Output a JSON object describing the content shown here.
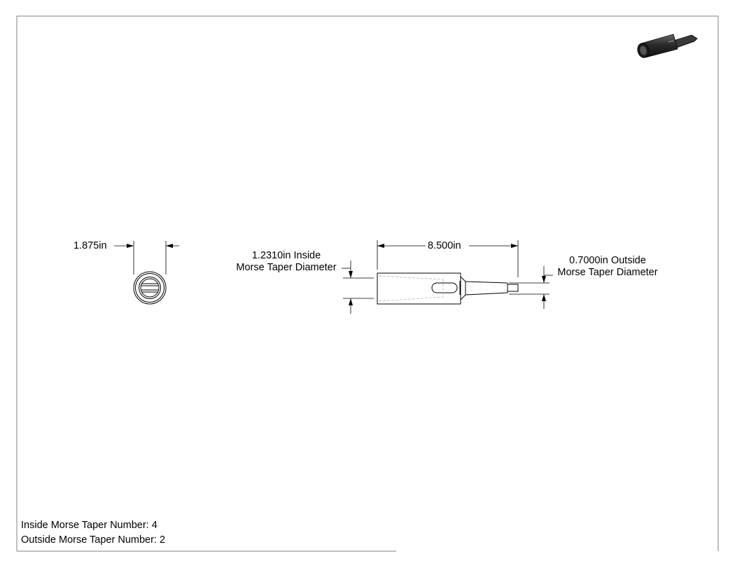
{
  "dimensions": {
    "diameter": "1.875in",
    "length": "8.500in",
    "inside_taper_line1": "1.2310in Inside",
    "inside_taper_line2": "Morse Taper Diameter",
    "outside_taper_line1": "0.7000in Outside",
    "outside_taper_line2": "Morse Taper Diameter"
  },
  "notes": {
    "inside_taper": "Inside Morse Taper Number: 4",
    "outside_taper": "Outside Morse Taper Number: 2"
  },
  "colors": {
    "line": "#000000",
    "frame": "#808080",
    "hidden": "#b0b0b0",
    "iso_body": "#2a2a2a"
  }
}
